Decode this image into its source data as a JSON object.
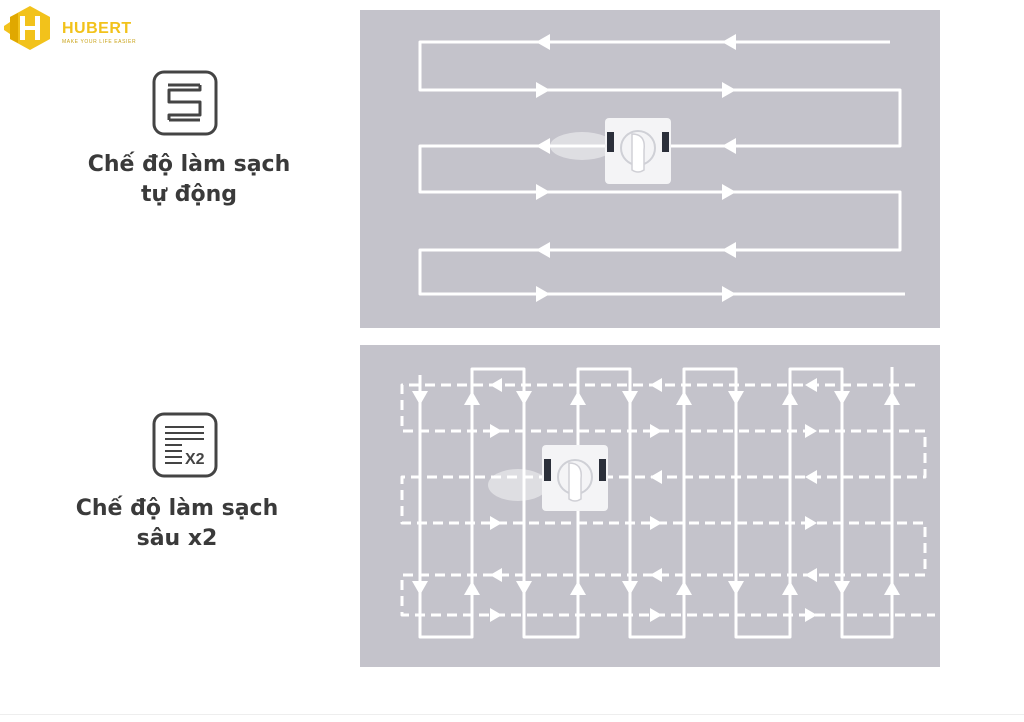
{
  "brand": {
    "name": "HUBERT",
    "tagline": "MAKE YOUR LIFE EASIER",
    "color": "#f2c21b"
  },
  "modes": [
    {
      "icon": "auto-path-icon",
      "label_line1": "Chế độ làm sạch",
      "label_line2": "tự động"
    },
    {
      "icon": "deep-clean-x2-icon",
      "icon_text": "X2",
      "label_line1": "Chế độ làm sạch",
      "label_line2": "sâu x2"
    }
  ],
  "colors": {
    "panel": "#c4c3cb",
    "path": "#ffffff",
    "text": "#3a3a3a"
  }
}
